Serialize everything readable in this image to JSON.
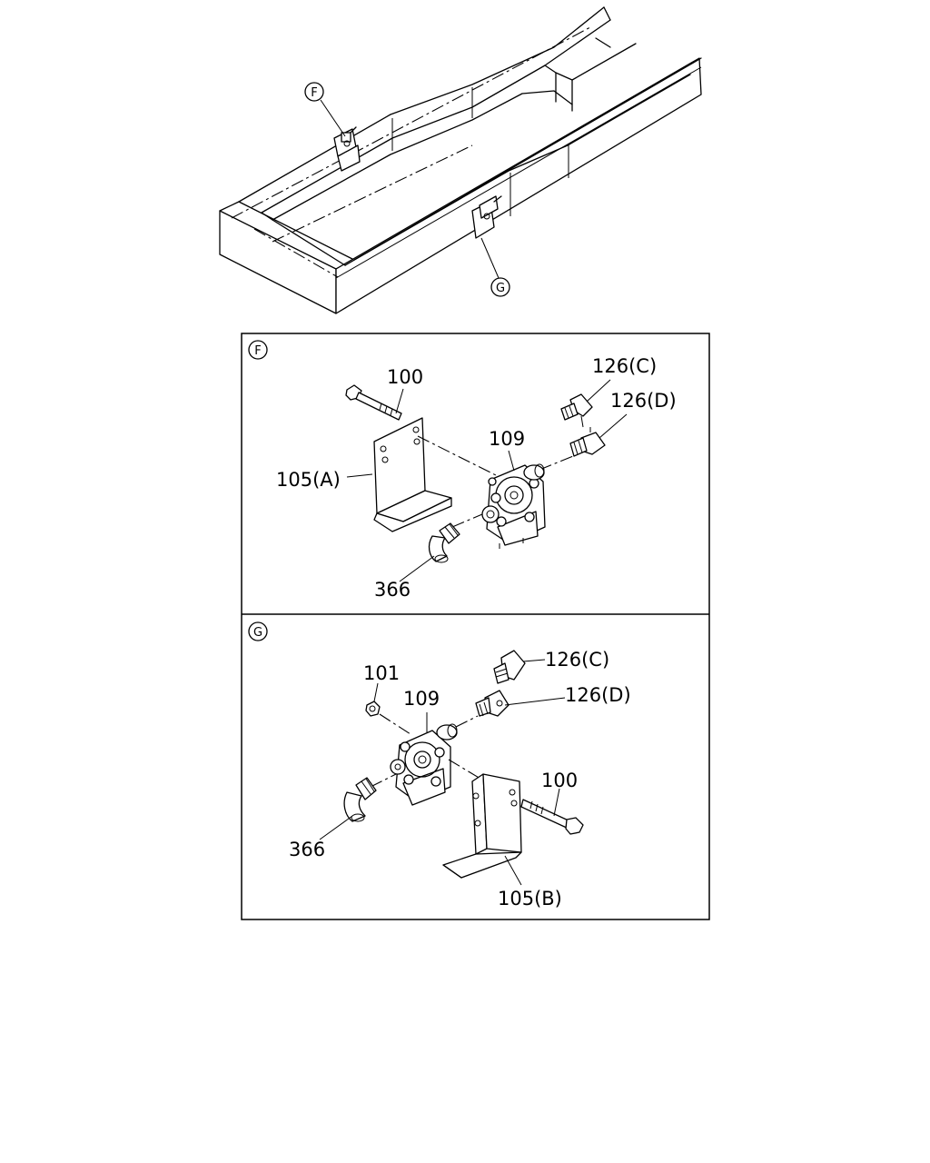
{
  "overview": {
    "callout_f": "F",
    "callout_g": "G"
  },
  "detail_f": {
    "tag": "F",
    "labels": {
      "bolt": "100",
      "elbow_c": "126(C)",
      "elbow_d": "126(D)",
      "valve": "109",
      "bracket": "105(A)",
      "elbow_366": "366"
    }
  },
  "detail_g": {
    "tag": "G",
    "labels": {
      "nut": "101",
      "valve": "109",
      "elbow_c": "126(C)",
      "elbow_d": "126(D)",
      "bolt": "100",
      "elbow_366": "366",
      "bracket": "105(B)"
    }
  }
}
